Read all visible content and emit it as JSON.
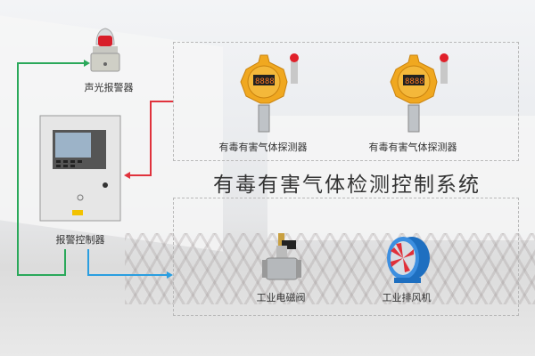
{
  "title": "有毒有害气体检测控制系统",
  "devices": {
    "alarm_light": "声光报警器",
    "controller": "报警控制器",
    "detector_1": "有毒有害气体探测器",
    "detector_2": "有毒有害气体探测器",
    "valve": "工业电磁阀",
    "fan": "工业排风机"
  },
  "colors": {
    "input_line": "#e0323c",
    "alarm_line": "#2aa85a",
    "output_line": "#2a9ee0"
  }
}
